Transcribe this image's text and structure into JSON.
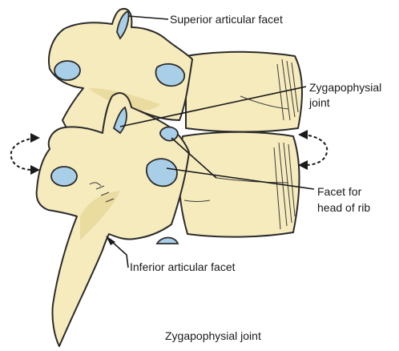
{
  "labels": {
    "superior_articular_facet": "Superior articular facet",
    "zygapophysial_joint_line1": "Zygapophysial",
    "zygapophysial_joint_line2": "joint",
    "facet_for_head_of_rib_line1": "Facet for",
    "facet_for_head_of_rib_line2": "head of rib",
    "inferior_articular_facet": "Inferior articular facet",
    "caption": "Zygapophysial joint"
  },
  "colors": {
    "bone": "#f6ebbd",
    "facet": "#a9cfe8",
    "outline": "#2b2b2b"
  }
}
